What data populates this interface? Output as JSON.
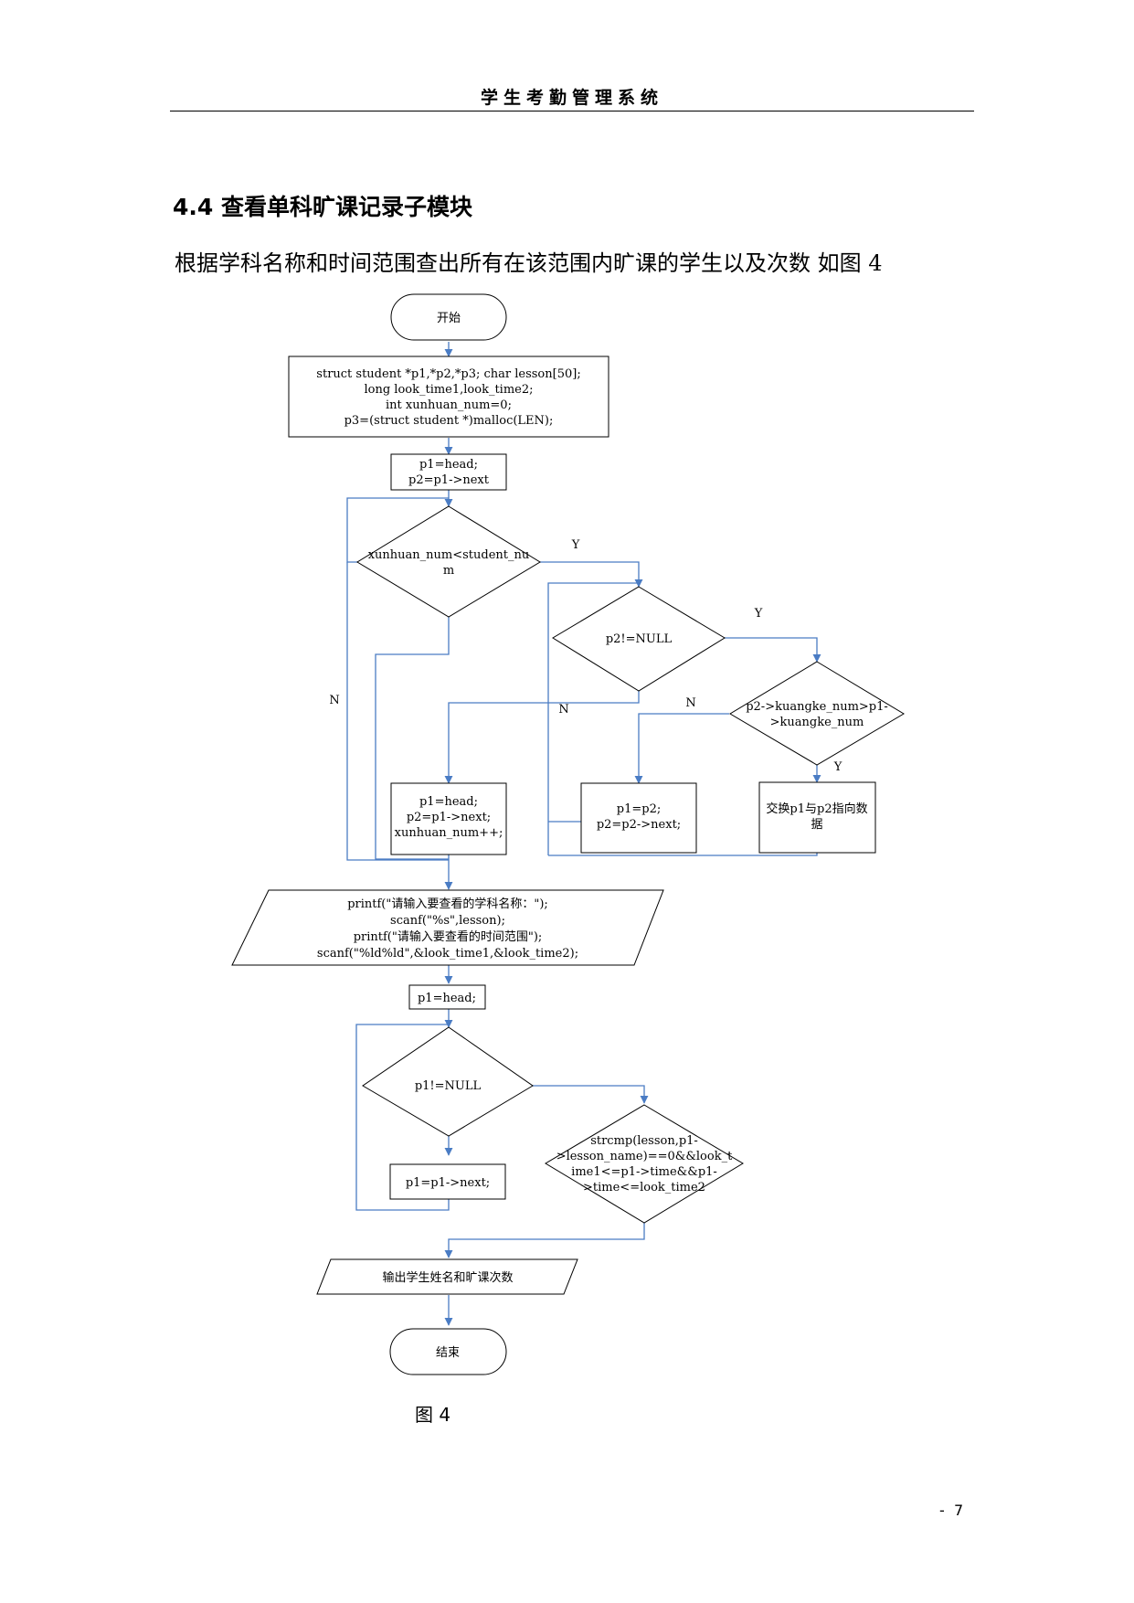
{
  "header": {
    "title": "学生考勤管理系统"
  },
  "section": {
    "heading": "4.4 查看单科旷课记录子模块"
  },
  "body": {
    "text": "根据学科名称和时间范围查出所有在该范围内旷课的学生以及次数  如图 4"
  },
  "flowchart": {
    "start": "开始",
    "init": [
      "struct student *p1,*p2,*p3; char lesson[50];",
      "long look_time1,look_time2;",
      "int xunhuan_num=0;",
      "p3=(struct student *)malloc(LEN);"
    ],
    "set_p1_p2": [
      "p1=head;",
      "p2=p1->next"
    ],
    "cond_loop": [
      "xunhuan_num<student_nu",
      "m"
    ],
    "cond_p2": "p2!=NULL",
    "cond_compare": [
      "p2->kuangke_num>p1-",
      ">kuangke_num"
    ],
    "label_y1": "Y",
    "label_y2": "Y",
    "label_y3": "Y",
    "label_n1": "N",
    "label_n2": "N",
    "label_n3": "N",
    "step_reset": [
      "p1=head;",
      "p2=p1->next;",
      "xunhuan_num++;"
    ],
    "step_advance": [
      "p1=p2;",
      "p2=p2->next;"
    ],
    "step_swap": [
      "交换p1与p2指向数",
      "据"
    ],
    "input": [
      "printf(\"请输入要查看的学科名称：\");",
      "scanf(\"%s\",lesson);",
      "printf(\"请输入要查看的时间范围\");",
      "scanf(\"%ld%ld\",&look_time1,&look_time2);"
    ],
    "set_p1": "p1=head;",
    "cond_p1": "p1!=NULL",
    "cond_match": [
      "strcmp(lesson,p1-",
      ">lesson_name)==0&&look_t",
      "ime1<=p1->time&&p1-",
      ">time<=look_time2"
    ],
    "step_next": "p1=p1->next;",
    "output": "输出学生姓名和旷课次数",
    "end": "结束"
  },
  "figure": {
    "caption": "图 4"
  },
  "page": {
    "number": "-  7"
  },
  "colors": {
    "arrow": "#4a7cc4",
    "shape_stroke": "#000000"
  }
}
